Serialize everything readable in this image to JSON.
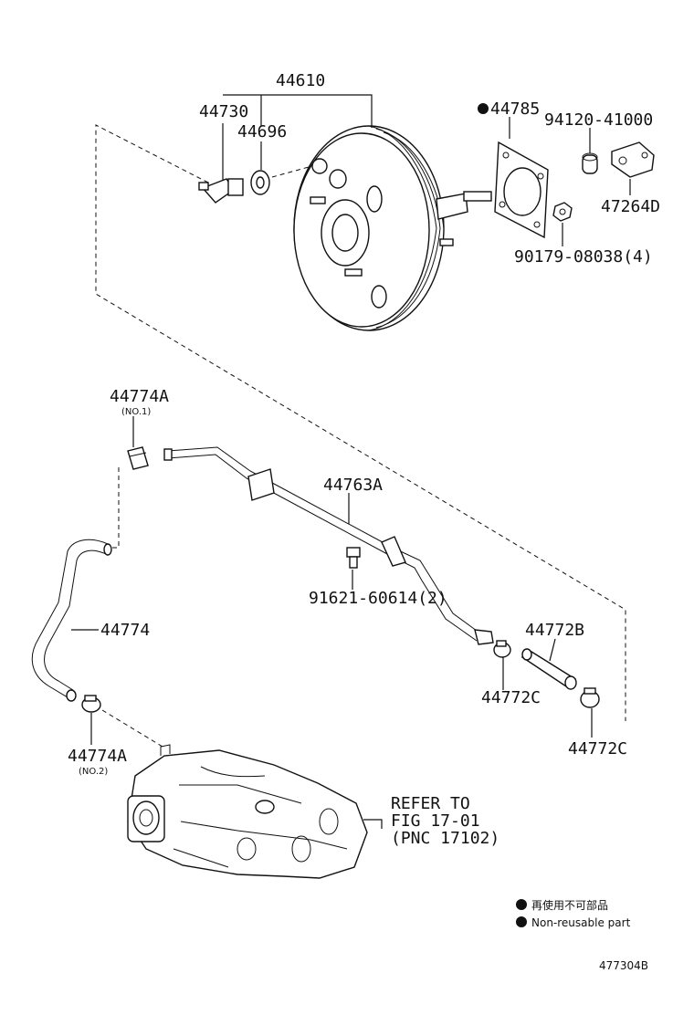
{
  "labels": {
    "p44610": "44610",
    "p44730": "44730",
    "p44696": "44696",
    "p44785": "44785",
    "p94120": "94120-41000",
    "p47264D": "47264D",
    "p90179": "90179-08038(4)",
    "p44774A_1": "44774A",
    "p44774A_1_sub": "(NO.1)",
    "p44763A": "44763A",
    "p91621": "91621-60614(2)",
    "p44774": "44774",
    "p44772B": "44772B",
    "p44772C_1": "44772C",
    "p44772C_2": "44772C",
    "p44774A_2": "44774A",
    "p44774A_2_sub": "(NO.2)",
    "refer_1": "REFER TO",
    "refer_2": "FIG 17-01",
    "refer_3": "(PNC 17102)"
  },
  "legend": {
    "jp": "再使用不可部品",
    "en": "Non-reusable part"
  },
  "diagram_code": "477304B"
}
